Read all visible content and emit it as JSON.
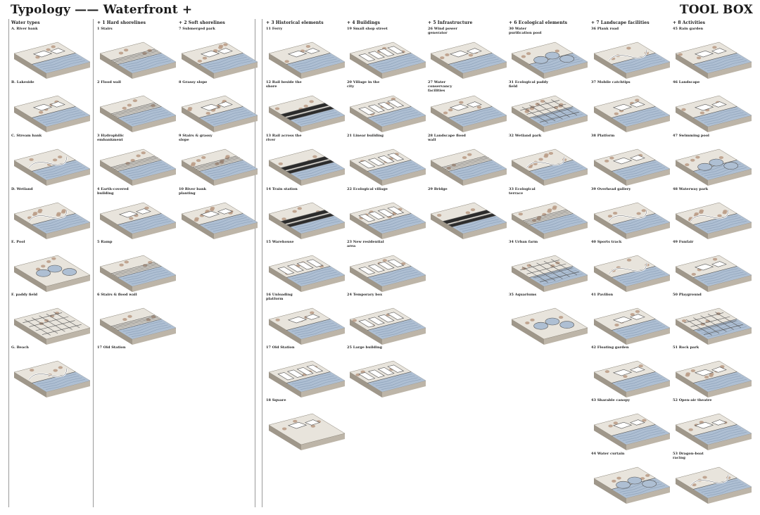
{
  "header": {
    "title_left": "Typology —— Waterfront +",
    "title_right": "TOOL BOX"
  },
  "colors": {
    "water": "#aebfd3",
    "water_dark": "#7d93ad",
    "ground": "#e8e4dc",
    "ground_side": "#9f978a",
    "vegetation": "#b89a84",
    "line": "#555555"
  },
  "columns": [
    {
      "heading": "Water types",
      "items": [
        {
          "label": "A. River bank",
          "icon": "river-bank"
        },
        {
          "label": "B. Lakeside",
          "icon": "lakeside"
        },
        {
          "label": "C. Stream bank",
          "icon": "stream-bank"
        },
        {
          "label": "D. Wetland",
          "icon": "wetland"
        },
        {
          "label": "E. Pool",
          "icon": "pool"
        },
        {
          "label": "F. paddy field",
          "icon": "paddy-field"
        },
        {
          "label": "G. Beach",
          "icon": "beach"
        }
      ]
    },
    {
      "heading": "+ 1 Hard shorelines",
      "items": [
        {
          "label": "1 Stairs",
          "icon": "stairs"
        },
        {
          "label": "2 Flood wall",
          "icon": "flood-wall"
        },
        {
          "label": "3 Hydrophilic embankment",
          "icon": "embankment"
        },
        {
          "label": "4 Earth-covered building",
          "icon": "earth-building"
        },
        {
          "label": "5 Ramp",
          "icon": "ramp"
        },
        {
          "label": "6 Stairs & flood wall",
          "icon": "stairs-wall"
        },
        {
          "label": "17 Old Station",
          "icon": "none"
        }
      ]
    },
    {
      "heading": "+ 2 Soft shorelines",
      "items": [
        {
          "label": "7 Submerged park",
          "icon": "submerged-park"
        },
        {
          "label": "8 Grassy slope",
          "icon": "grassy-slope"
        },
        {
          "label": "9 Stairs & grassy slope",
          "icon": "stairs-slope"
        },
        {
          "label": "10 River bank planting",
          "icon": "bank-planting"
        }
      ]
    },
    {
      "heading": "+ 3 Historical elements",
      "items": [
        {
          "label": "11 Ferry",
          "icon": "ferry"
        },
        {
          "label": "12 Rail beside the shore",
          "icon": "rail-shore"
        },
        {
          "label": "13 Rail across the river",
          "icon": "rail-river"
        },
        {
          "label": "14 Train station",
          "icon": "train-station"
        },
        {
          "label": "15 Warehouse",
          "icon": "warehouse"
        },
        {
          "label": "16 Unloading platform",
          "icon": "platform"
        },
        {
          "label": "17 Old Station",
          "icon": "old-station"
        },
        {
          "label": "18 Square",
          "icon": "square"
        }
      ]
    },
    {
      "heading": "+ 4 Buildings",
      "items": [
        {
          "label": "19 Small shop street",
          "icon": "shop-street"
        },
        {
          "label": "20 Village in the city",
          "icon": "village"
        },
        {
          "label": "21 Linear building",
          "icon": "linear-building"
        },
        {
          "label": "22 Ecological village",
          "icon": "eco-village"
        },
        {
          "label": "23 New residential area",
          "icon": "residential"
        },
        {
          "label": "24 Temporary box",
          "icon": "temporary-box"
        },
        {
          "label": "25 Large building",
          "icon": "large-building"
        }
      ]
    },
    {
      "heading": "+ 5 Infrastructure",
      "items": [
        {
          "label": "26 Wind power generator",
          "icon": "wind-power"
        },
        {
          "label": "27 Water conservancy facilities",
          "icon": "water-conservancy"
        },
        {
          "label": "28 Landscape flood wall",
          "icon": "landscape-wall"
        },
        {
          "label": "29 Bridge",
          "icon": "bridge"
        }
      ]
    },
    {
      "heading": "+ 6 Ecological elements",
      "items": [
        {
          "label": "30 Water purification pool",
          "icon": "purification-pool"
        },
        {
          "label": "31 Ecological paddy field",
          "icon": "eco-paddy"
        },
        {
          "label": "32 Wetland park",
          "icon": "wetland-park"
        },
        {
          "label": "33 Ecological terrace",
          "icon": "eco-terrace"
        },
        {
          "label": "34 Urban farm",
          "icon": "urban-farm"
        },
        {
          "label": "35 Aquariums",
          "icon": "aquariums"
        }
      ]
    },
    {
      "heading": "+ 7 Landscape facilities",
      "items": [
        {
          "label": "36 Plank road",
          "icon": "plank-road"
        },
        {
          "label": "37 Mobile catchtips",
          "icon": "mobile"
        },
        {
          "label": "38 Platform",
          "icon": "landscape-platform"
        },
        {
          "label": "39 Overhead gallery",
          "icon": "overhead-gallery"
        },
        {
          "label": "40 Sports track",
          "icon": "sports-track"
        },
        {
          "label": "41 Pavilion",
          "icon": "pavilion"
        },
        {
          "label": "42 Floating garden",
          "icon": "floating-garden"
        },
        {
          "label": "43 Sharable canopy",
          "icon": "canopy"
        },
        {
          "label": "44 Water curtain",
          "icon": "water-curtain"
        }
      ]
    },
    {
      "heading": "+ 8 Activities",
      "items": [
        {
          "label": "45 Rain garden",
          "icon": "rain-garden"
        },
        {
          "label": "46 Landscape",
          "icon": "landscape"
        },
        {
          "label": "47 Swimming pool",
          "icon": "swimming-pool"
        },
        {
          "label": "48 Waterway park",
          "icon": "waterway-park"
        },
        {
          "label": "49 Funfair",
          "icon": "funfair"
        },
        {
          "label": "50 Playground",
          "icon": "playground"
        },
        {
          "label": "51 Rock park",
          "icon": "rock-park"
        },
        {
          "label": "52 Open-air theatre",
          "icon": "open-air-theatre"
        },
        {
          "label": "53 Dragon-boat racing",
          "icon": "dragon-boat"
        }
      ]
    }
  ]
}
